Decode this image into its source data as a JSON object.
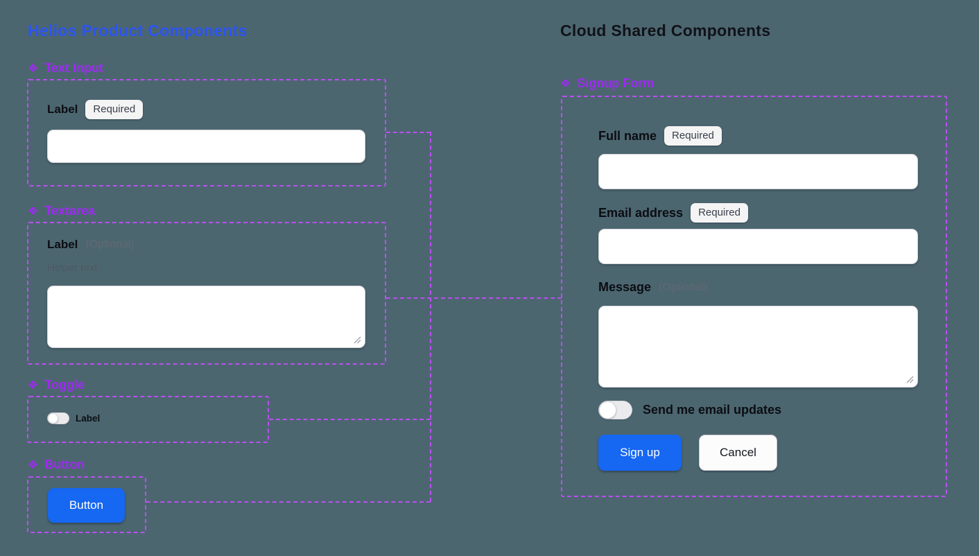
{
  "page": {
    "helios_title": "Helios Product Components",
    "cloud_title": "Cloud Shared Components"
  },
  "icons": {
    "component_diamond": "❖"
  },
  "helios": {
    "text_input": {
      "heading": "Text Input",
      "label": "Label",
      "badge": "Required",
      "value": ""
    },
    "textarea": {
      "heading": "Textarea",
      "label": "Label",
      "optional": "(Optional)",
      "helper": "Helper text",
      "value": ""
    },
    "toggle": {
      "heading": "Toggle",
      "label": "Label",
      "state": "off"
    },
    "button": {
      "heading": "Button",
      "label": "Button"
    }
  },
  "cloud": {
    "signup_form": {
      "heading": "Signup Form",
      "full_name": {
        "label": "Full name",
        "badge": "Required",
        "value": ""
      },
      "email": {
        "label": "Email address",
        "badge": "Required",
        "value": ""
      },
      "message": {
        "label": "Message",
        "optional": "(Optional)",
        "value": ""
      },
      "updates_toggle": {
        "label": "Send me email updates",
        "state": "off"
      },
      "submit": "Sign up",
      "cancel": "Cancel"
    }
  },
  "colors": {
    "background": "#4c6670",
    "helios_title": "#2c55ef",
    "cloud_title": "#101218",
    "component_heading": "#9d2bf0",
    "frame_border": "#b950f0",
    "primary_button": "#1667f1",
    "badge_background": "#f4f4f5"
  }
}
